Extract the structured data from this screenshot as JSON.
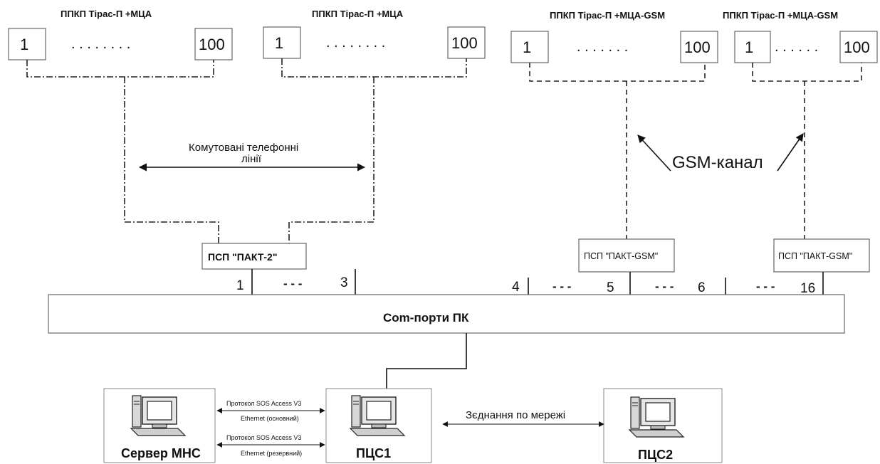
{
  "panels": [
    {
      "title": "ППКП Тірас-П +МЦА",
      "first": "1",
      "dots": ". . . . . . . .",
      "last": "100"
    },
    {
      "title": "ППКП Тірас-П +МЦА",
      "first": "1",
      "dots": ". . . . . . . .",
      "last": "100"
    },
    {
      "title": "ППКП Тірас-П +МЦА-GSM",
      "first": "1",
      "dots": ". . . . . . .",
      "last": "100"
    },
    {
      "title": "ППКП Тірас-П +МЦА-GSM",
      "first": "1",
      "dots": ". . . . . .",
      "last": "100"
    }
  ],
  "phone_lines_label": [
    "Комутовані телефонні",
    "лінії"
  ],
  "gsm_label": "GSM-канал",
  "psp_pakt2": "ПСП \"ПАКТ-2\"",
  "psp_gsm": [
    "ПСП \"ПАКТ-GSM\"",
    "ПСП \"ПАКТ-GSM\""
  ],
  "port_labels": {
    "p1": "1",
    "d1": "- - -",
    "p3": "3",
    "p4": "4",
    "d2": "- - -",
    "p5": "5",
    "d3": "- - -",
    "p6": "6",
    "d4": "- - -",
    "p16": "16"
  },
  "com_bar_label": "Com-порти ПК",
  "computers": {
    "server": "Сервер МНС",
    "pcs1": "ПЦС1",
    "pcs2": "ПЦС2"
  },
  "links": {
    "protocol_main_1": "Протокол SOS Access V3",
    "protocol_main_2": "Ethernet (основний)",
    "protocol_backup_1": "Протокол SOS Access V3",
    "protocol_backup_2": "Ethernet (резервний)",
    "network": "Зєднання по мережі"
  }
}
